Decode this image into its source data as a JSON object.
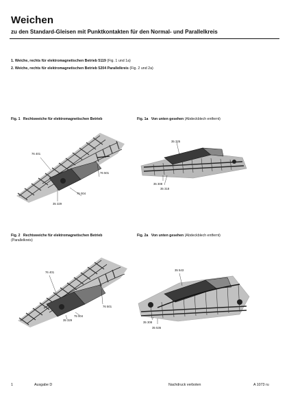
{
  "header": {
    "title": "Weichen",
    "subtitle": "zu den Standard-Gleisen mit Punktkontakten für den Normal- und Parallelkreis"
  },
  "items": [
    {
      "number": "1.",
      "label": "Weiche, rechts für elektromagnetischen Betrieb 5119",
      "ref": "(Fig. 1 und 1a)"
    },
    {
      "number": "2.",
      "label": "Weiche, rechts für elektromagnetischen Betrieb 5204 Parallelkreis",
      "ref": "(Fig. 2 und 2a)"
    }
  ],
  "figures": {
    "fig1": {
      "number": "Fig. 1",
      "caption": "Rechtsweiche für elektromagnetischen Betrieb",
      "parts": [
        "76 401",
        "76 501",
        "75 004",
        "35 329"
      ]
    },
    "fig1a": {
      "number": "Fig. 1a",
      "caption": "Von unten gesehen",
      "note": "(Abdeckblech entfernt)",
      "parts": [
        "35 325",
        "35 308",
        "35 318"
      ]
    },
    "fig2": {
      "number": "Fig. 2",
      "caption": "Rechtsweiche für elektromagnetischen Betrieb",
      "caption2": "(Parallelkreis)",
      "parts": [
        "76 401",
        "76 501",
        "75 004",
        "35 329"
      ]
    },
    "fig2a": {
      "number": "Fig. 2a",
      "caption": "Von unten gesehen",
      "note": "(Abdeckblech entfernt)",
      "parts": [
        "35 543",
        "35 308",
        "35 536"
      ]
    }
  },
  "footer": {
    "page": "1",
    "edition": "Ausgabe D",
    "notice": "Nachdruck verboten",
    "code": "A 1073 ru"
  }
}
